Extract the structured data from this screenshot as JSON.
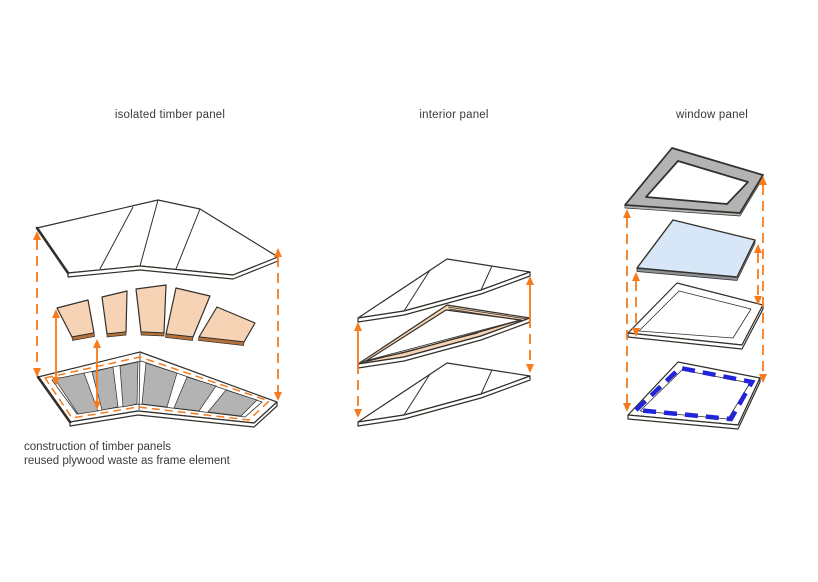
{
  "labels": {
    "left": "isolated timber panel",
    "middle": "interior panel",
    "right": "window panel"
  },
  "caption": {
    "line1": "construction of timber panels",
    "line2": "reused plywood waste as frame element"
  },
  "colors": {
    "accent": "#f57b1d",
    "line": "#33302b",
    "peach": "#f6d3b4",
    "peach-edge": "#b5713a",
    "panel-gray": "#b3b3b3",
    "glass-blue": "#d7e7f8",
    "frame-blue": "#2124d8"
  }
}
